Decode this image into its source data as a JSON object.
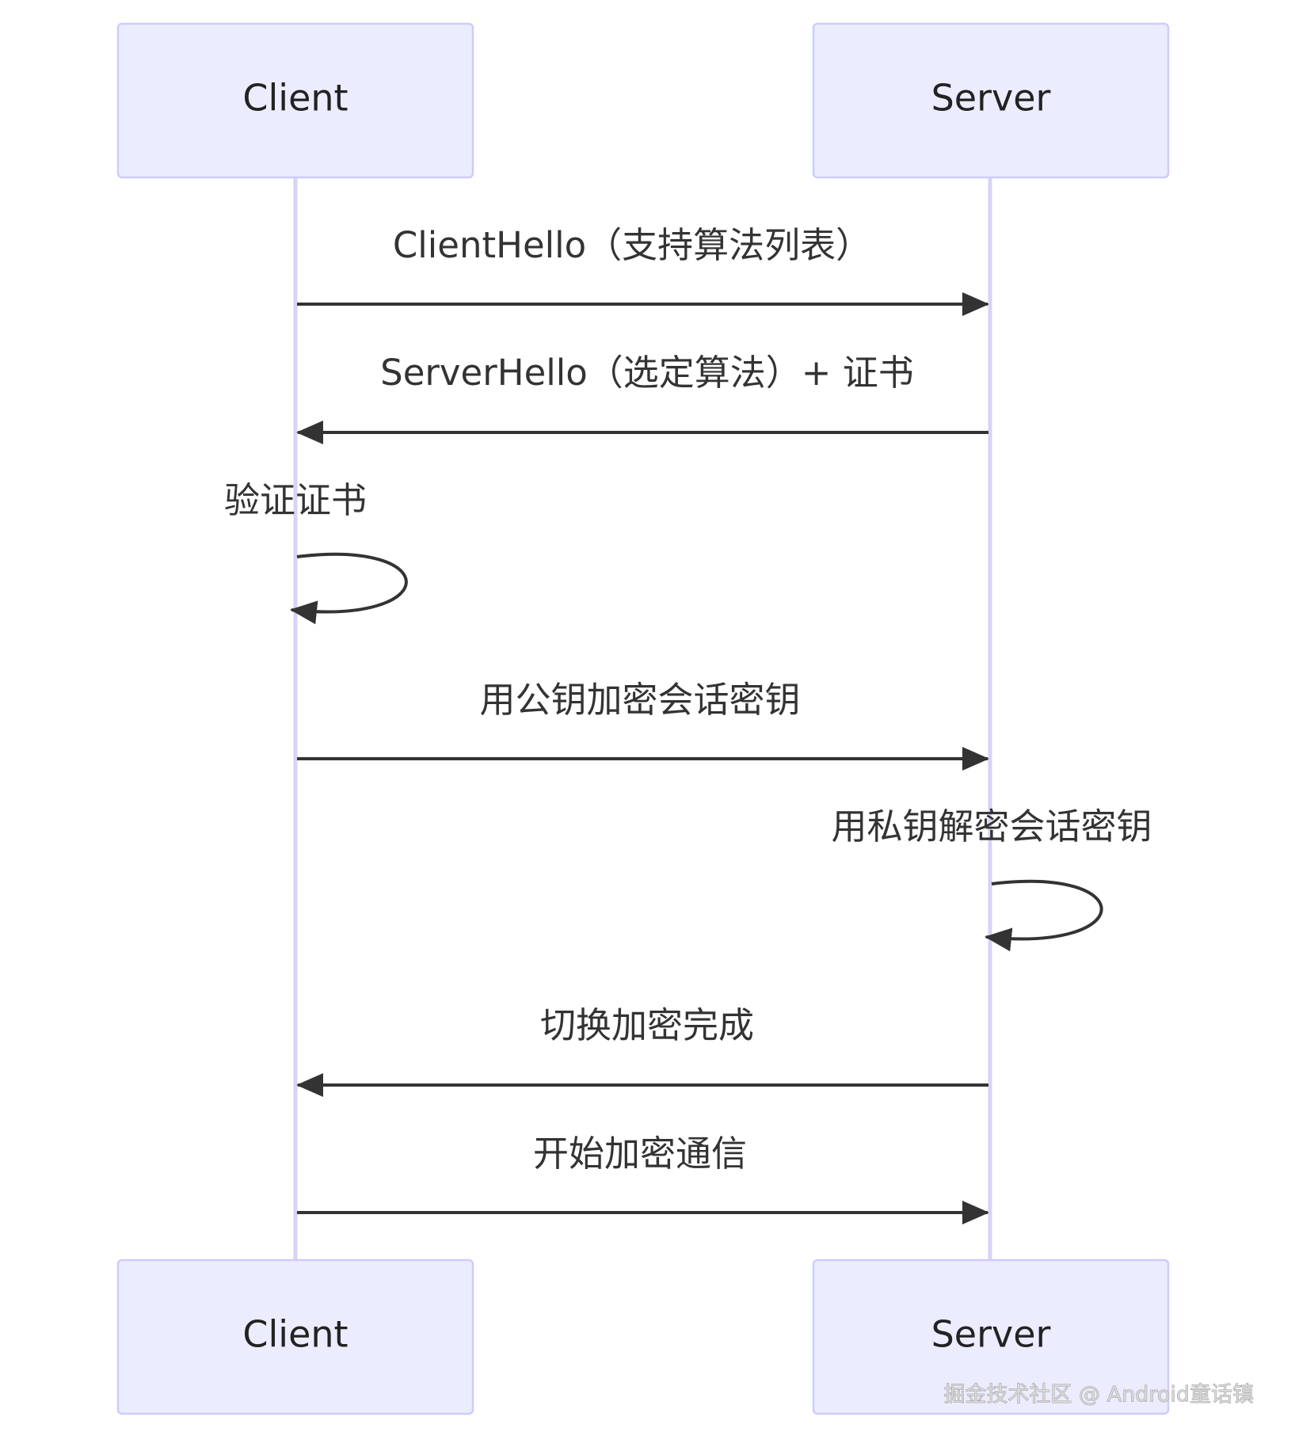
{
  "actors": {
    "client": "Client",
    "server": "Server"
  },
  "messages": [
    {
      "from": "client",
      "to": "server",
      "label": "ClientHello（支持算法列表）"
    },
    {
      "from": "server",
      "to": "client",
      "label": "ServerHello（选定算法）+ 证书"
    },
    {
      "from": "client",
      "to": "client",
      "label": "验证证书"
    },
    {
      "from": "client",
      "to": "server",
      "label": "用公钥加密会话密钥"
    },
    {
      "from": "server",
      "to": "server",
      "label": "用私钥解密会话密钥"
    },
    {
      "from": "server",
      "to": "client",
      "label": "切换加密完成"
    },
    {
      "from": "client",
      "to": "server",
      "label": "开始加密通信"
    }
  ],
  "watermark": "掘金技术社区 @ Android童话镇",
  "colors": {
    "actor_fill": "#ECECFF",
    "actor_border": "#CCCCFF",
    "lifeline": "#D6D4F5",
    "arrow": "#333333"
  }
}
